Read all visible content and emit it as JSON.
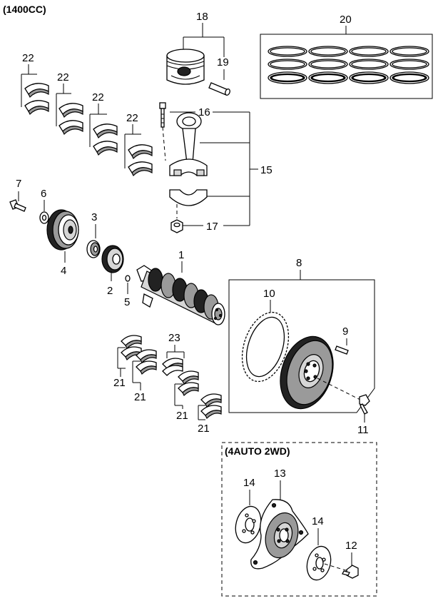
{
  "headers": {
    "engine": "(1400CC)",
    "variant": "(4AUTO 2WD)"
  },
  "labels": {
    "p1": "1",
    "p2": "2",
    "p3": "3",
    "p4": "4",
    "p5": "5",
    "p6": "6",
    "p7": "7",
    "p8": "8",
    "p9": "9",
    "p10": "10",
    "p11": "11",
    "p12": "12",
    "p13": "13",
    "p14a": "14",
    "p14b": "14",
    "p15": "15",
    "p16": "16",
    "p17": "17",
    "p18": "18",
    "p19": "19",
    "p20": "20",
    "p21a": "21",
    "p21b": "21",
    "p21c": "21",
    "p21d": "21",
    "p22a": "22",
    "p22b": "22",
    "p22c": "22",
    "p22d": "22",
    "p23": "23"
  }
}
